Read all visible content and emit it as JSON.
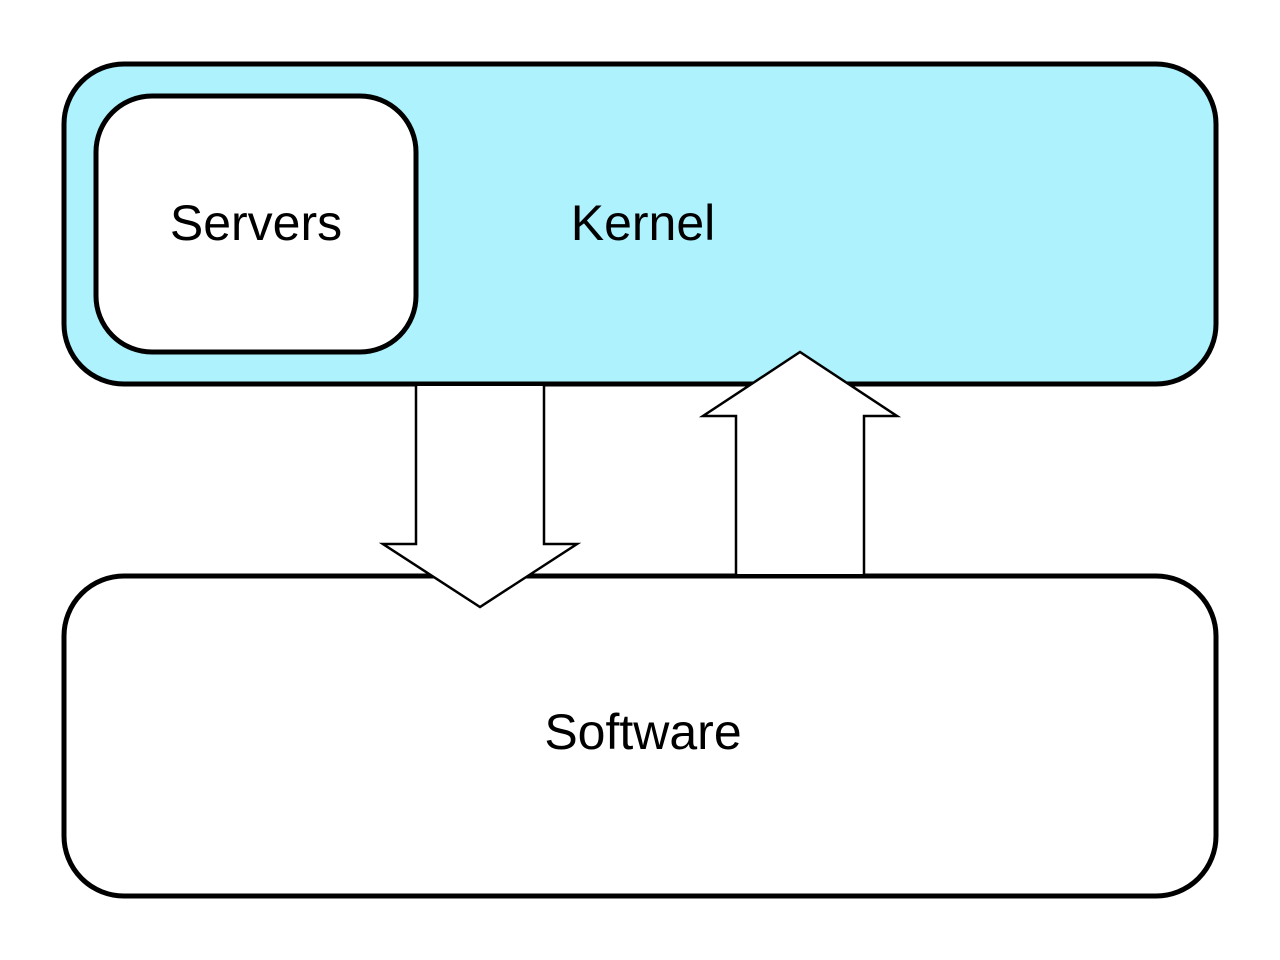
{
  "diagram": {
    "kernel": {
      "label": "Kernel",
      "fill": "#aef2fd"
    },
    "servers": {
      "label": "Servers",
      "fill": "#ffffff"
    },
    "software": {
      "label": "Software",
      "fill": "#ffffff"
    },
    "arrows": [
      {
        "from": "Kernel",
        "to": "Software",
        "direction": "down"
      },
      {
        "from": "Software",
        "to": "Kernel",
        "direction": "up"
      }
    ],
    "stroke_color": "#000000"
  }
}
